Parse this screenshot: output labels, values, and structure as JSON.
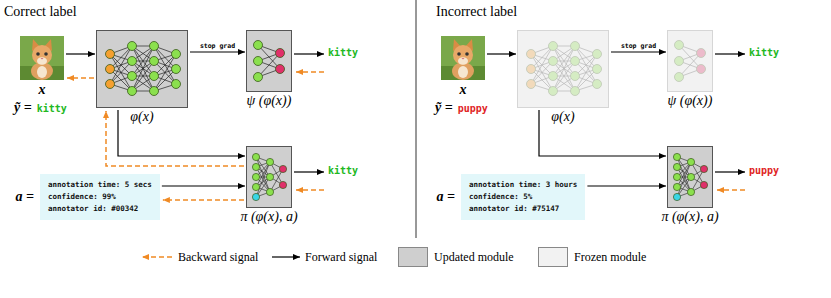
{
  "diagram": {
    "nodes": [
      {
        "text": [
          "x"
        ]
      },
      {
        "text": [
          "φ(x)"
        ]
      },
      {
        "text": [
          "ψ (φ(x))"
        ]
      },
      {
        "text": [
          "π (φ(x), a)"
        ]
      },
      {
        "text": [
          "a =",
          "annotation time: 5 secs",
          "confidence: 99%",
          "annotator id: #00342"
        ]
      },
      {
        "text": [
          "x"
        ]
      },
      {
        "text": [
          "φ(x)"
        ]
      },
      {
        "text": [
          "ψ (φ(x))"
        ]
      },
      {
        "text": [
          "π (φ(x), a)"
        ]
      },
      {
        "text": [
          "a =",
          "annotation time: 3 hours",
          "confidence: 5%",
          "annotator id: #75147"
        ]
      }
    ],
    "edges": [
      {
        "from": 0,
        "to": 1,
        "arrow": "to"
      },
      {
        "from": 1,
        "to": 0,
        "arrow": "to"
      },
      {
        "from": 1,
        "to": 2,
        "label": "stop grad",
        "arrow": "to"
      },
      {
        "from": 1,
        "to": 3,
        "arrow": "to"
      },
      {
        "from": 3,
        "to": 1,
        "arrow": "to"
      },
      {
        "from": 4,
        "to": 3,
        "arrow": "to"
      },
      {
        "from": 3,
        "to": 4,
        "arrow": "to"
      },
      {
        "from": 5,
        "to": 6,
        "arrow": "to"
      },
      {
        "from": 6,
        "to": 7,
        "label": "stop grad",
        "arrow": "to"
      },
      {
        "from": 6,
        "to": 8,
        "arrow": "to"
      },
      {
        "from": 9,
        "to": 8,
        "arrow": "to"
      }
    ],
    "labels": [
      "Correct label",
      "ỹ =",
      "kitty",
      "kitty",
      "kitty",
      "Incorrect label",
      "ỹ =",
      "puppy",
      "kitty",
      "puppy"
    ],
    "legend": [
      {
        "text": "Backward signal"
      },
      {
        "text": "Forward signal"
      },
      {
        "text": "Updated module",
        "color": "#cfcfcf"
      },
      {
        "text": "Frozen module",
        "color": "#f2f2f2"
      }
    ]
  }
}
